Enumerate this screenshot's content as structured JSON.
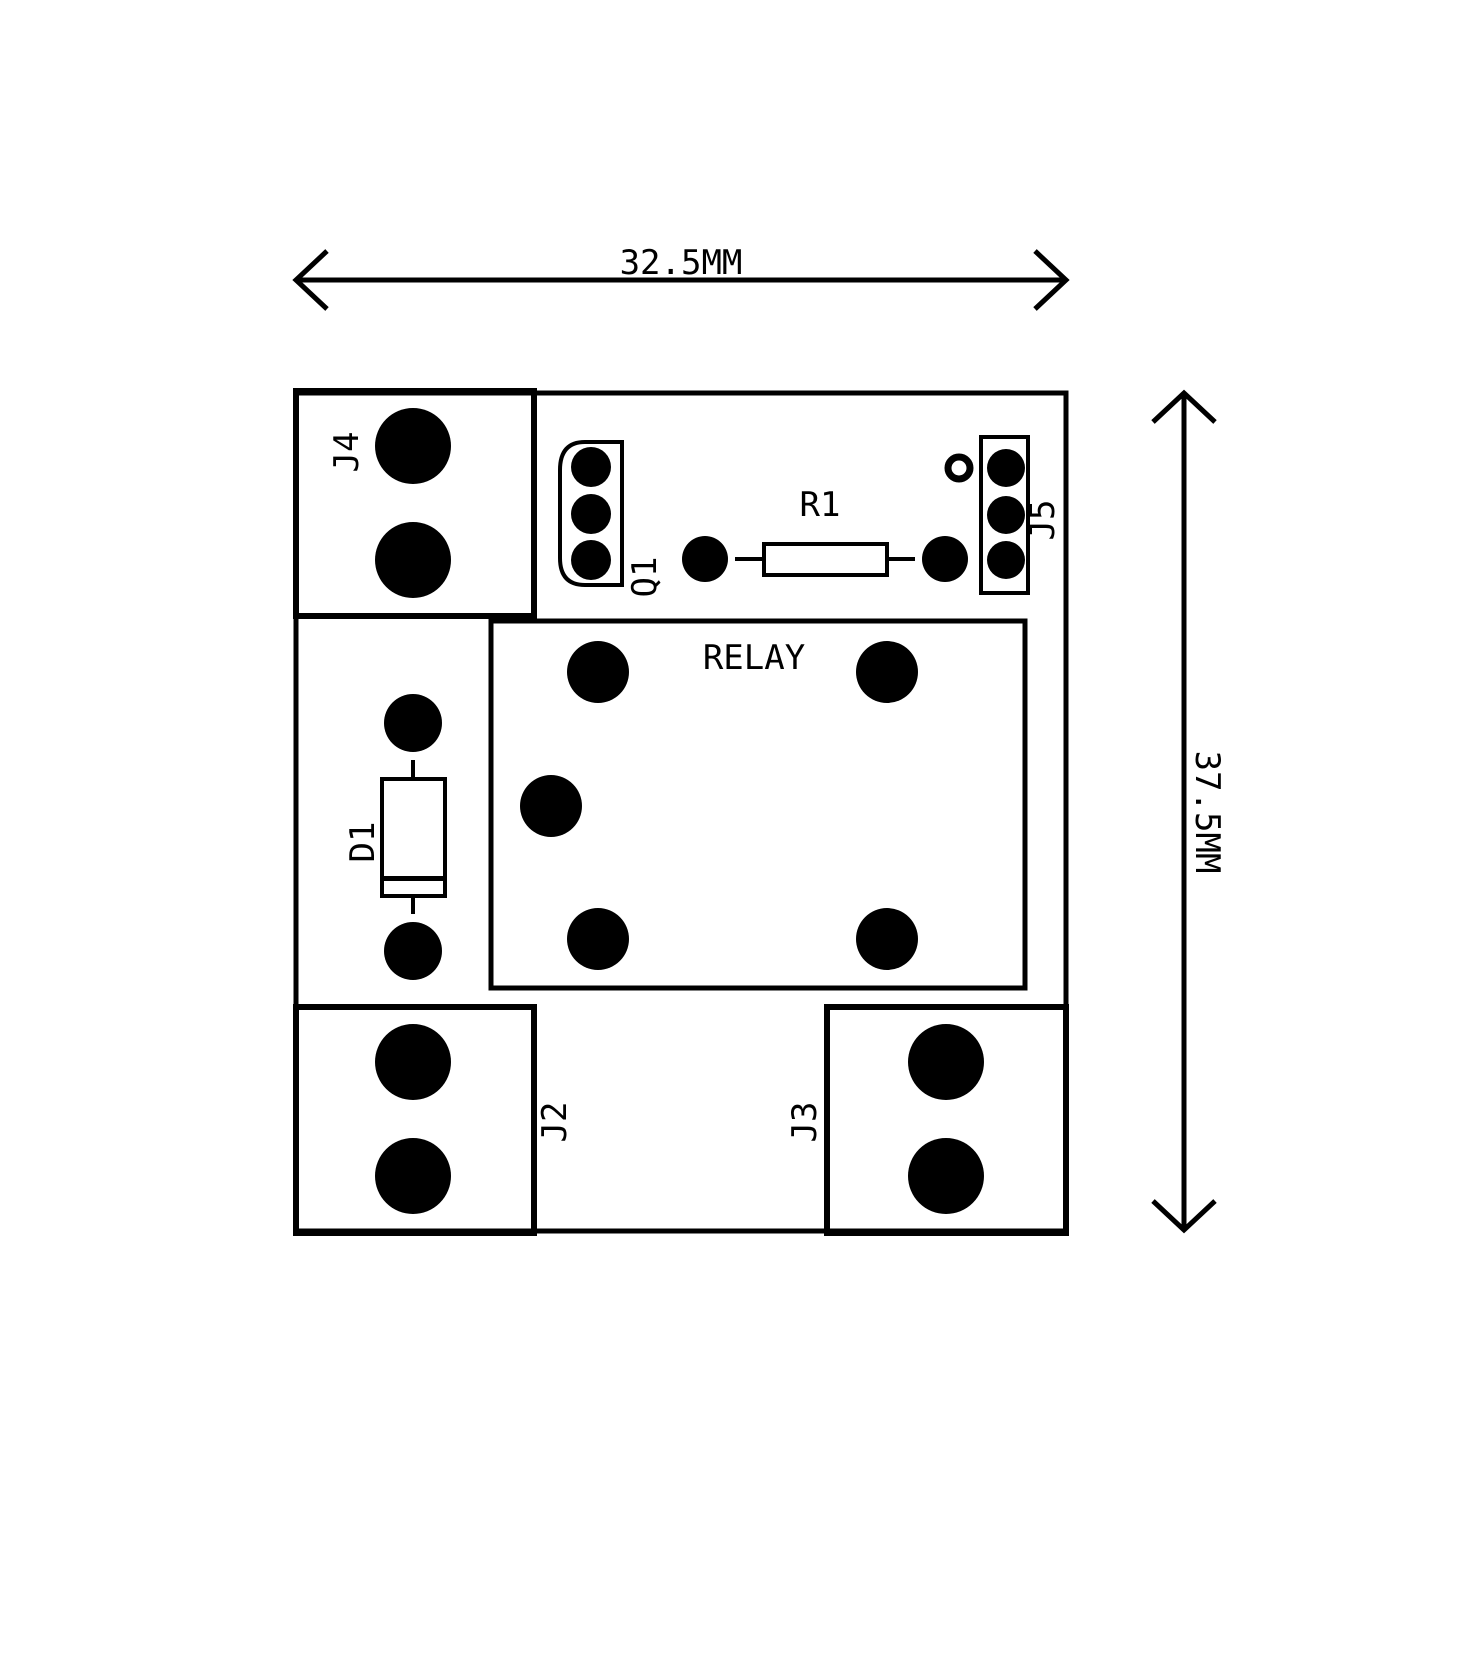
{
  "dimensions": {
    "width_label": "32.5MM",
    "height_label": "37.5MM"
  },
  "components": {
    "j4": "J4",
    "j2": "J2",
    "j3": "J3",
    "j5": "J5",
    "q1": "Q1",
    "r1": "R1",
    "d1": "D1",
    "relay": "RELAY"
  },
  "colors": {
    "ink": "#000000",
    "background": "#ffffff"
  }
}
